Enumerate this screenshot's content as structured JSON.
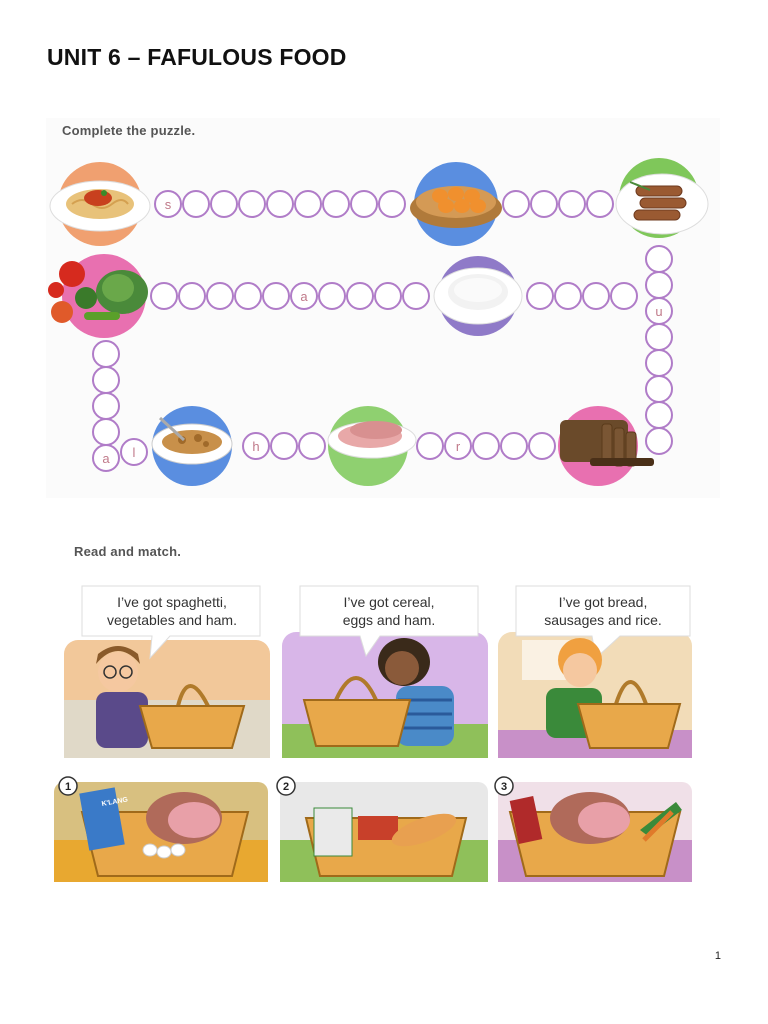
{
  "document": {
    "title": "UNIT 6 – FAFULOUS FOOD",
    "page_number": "1"
  },
  "puzzle": {
    "heading": "Complete the puzzle.",
    "letters": [
      {
        "id": "s1",
        "char": "s"
      },
      {
        "id": "a1",
        "char": "a"
      },
      {
        "id": "u1",
        "char": "u"
      },
      {
        "id": "a2",
        "char": "a"
      },
      {
        "id": "l1",
        "char": "l"
      },
      {
        "id": "h1",
        "char": "h"
      },
      {
        "id": "r1",
        "char": "r"
      }
    ],
    "pictures": [
      "spaghetti",
      "eggs",
      "sausages",
      "vegetables",
      "rice",
      "cereal",
      "ham",
      "bread"
    ]
  },
  "match": {
    "heading": "Read and match.",
    "speech": [
      {
        "line1": "I’ve got spaghetti,",
        "line2": "vegetables and ham."
      },
      {
        "line1": "I’ve got cereal,",
        "line2": "eggs and ham."
      },
      {
        "line1": "I’ve got bread,",
        "line2": "sausages and rice."
      }
    ],
    "baskets": [
      "1",
      "2",
      "3"
    ],
    "cereal_box_text": "K'LANG"
  },
  "colors": {
    "circle_stroke": "#b07cc8",
    "letter": "#c07a8a",
    "orange": "#f0a070",
    "blue": "#5a8ee0",
    "pink": "#e870b0",
    "purple": "#b890d0",
    "green": "#8fd070"
  }
}
